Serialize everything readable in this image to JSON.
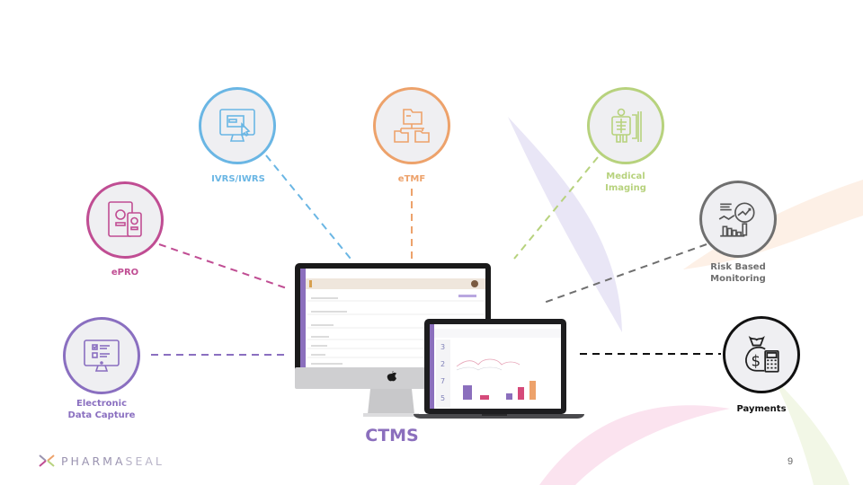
{
  "diagram": {
    "center": {
      "label": "CTMS",
      "color": "#8b6fbd"
    },
    "nodes": [
      {
        "id": "epro",
        "label": "ePRO",
        "color": "#c04d93",
        "icon": "tablet-phone-user-icon"
      },
      {
        "id": "ivrs",
        "label": "IVRS/IWRS",
        "color": "#6ab6e4",
        "icon": "monitor-click-icon"
      },
      {
        "id": "etmf",
        "label": "eTMF",
        "color": "#eda26b",
        "icon": "folder-hierarchy-icon"
      },
      {
        "id": "imaging",
        "label_line1": "Medical",
        "label_line2": "Imaging",
        "color": "#b7d27d",
        "icon": "xray-icon"
      },
      {
        "id": "rbm",
        "label_line1": "Risk Based",
        "label_line2": "Monitoring",
        "color": "#6f6f6f",
        "icon": "chart-magnifier-icon"
      },
      {
        "id": "edc",
        "label_line1": "Electronic",
        "label_line2": "Data Capture",
        "color": "#8a6fc0",
        "icon": "monitor-checklist-icon"
      },
      {
        "id": "payments",
        "label": "Payments",
        "color": "#111111",
        "icon": "moneybag-calculator-icon"
      }
    ]
  },
  "laptop_screen": {
    "stats": [
      "3",
      "2",
      "7",
      "5"
    ]
  },
  "footer": {
    "brand_part1": "PHARMA",
    "brand_part2": "SEAL",
    "page_number": "9"
  }
}
